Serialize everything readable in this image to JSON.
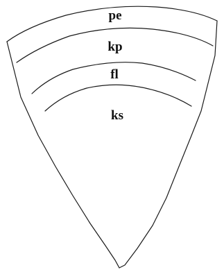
{
  "layers": [
    {
      "id": "pe",
      "label": "pe"
    },
    {
      "id": "kp",
      "label": "kp"
    },
    {
      "id": "fl",
      "label": "fl"
    },
    {
      "id": "ks",
      "label": "ks"
    }
  ],
  "colors": {
    "ink": "#1a1a1a",
    "background": "#ffffff"
  }
}
